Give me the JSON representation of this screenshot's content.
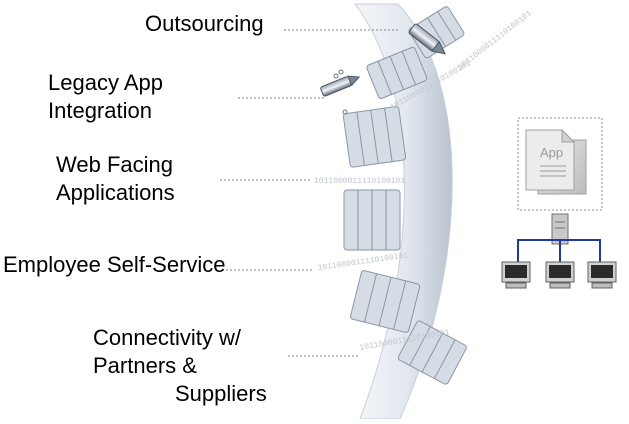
{
  "labels": {
    "outsourcing": [
      "Outsourcing"
    ],
    "legacy": [
      "Legacy App",
      "Integration"
    ],
    "web": [
      "Web Facing",
      "Applications"
    ],
    "employee": [
      "Employee Self-Service"
    ],
    "connectivity": [
      "Connectivity w/",
      "Partners &",
      "Suppliers"
    ]
  },
  "binary": [
    "1011000011110100101",
    "1011000011110100101",
    "1011000011110100101",
    "1011000011110100101",
    "1011000011110100101"
  ],
  "app_document": {
    "label": "App"
  },
  "colors": {
    "binder": "#d6dce4",
    "binder_edge": "#8a96a6",
    "line": "#1f3a9c",
    "dotted": "#808080"
  },
  "icons": [
    "drill-icon",
    "document-icon",
    "server-icon",
    "computer-icon"
  ]
}
